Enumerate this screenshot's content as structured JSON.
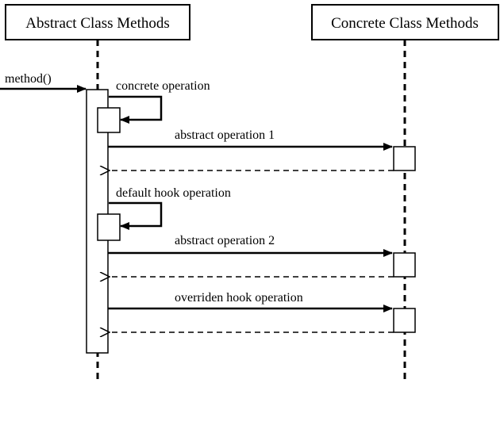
{
  "participants": {
    "abstract": "Abstract Class Methods",
    "concrete": "Concrete Class Methods"
  },
  "messages": {
    "entry": "method()",
    "concrete_op": "concrete operation",
    "abstract_op_1": "abstract operation 1",
    "default_hook": "default hook operation",
    "abstract_op_2": "abstract operation 2",
    "overriden_hook": "overriden hook operation"
  },
  "colors": {
    "stroke": "#000000",
    "background": "#ffffff"
  }
}
